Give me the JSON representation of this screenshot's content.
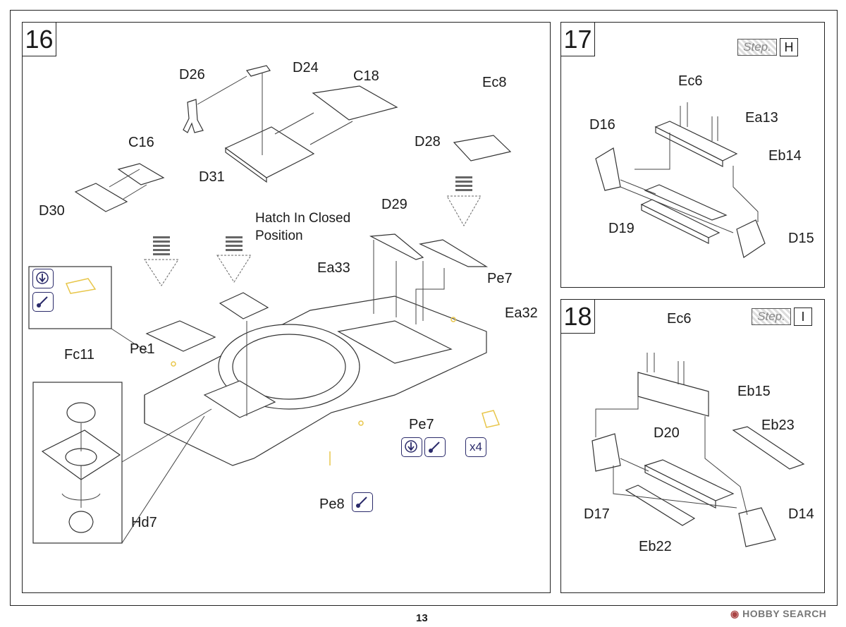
{
  "page_number": "13",
  "watermark": "HOBBY SEARCH",
  "steps": [
    {
      "number": "16",
      "labels": {
        "D26": "D26",
        "D24": "D24",
        "C18": "C18",
        "Ec8": "Ec8",
        "C16": "C16",
        "D28": "D28",
        "D31": "D31",
        "D30": "D30",
        "D29": "D29",
        "Ea33": "Ea33",
        "Pe7a": "Pe7",
        "Ea32": "Ea32",
        "Pe1": "Pe1",
        "Fc11": "Fc11",
        "Pe7b": "Pe7",
        "Pe8": "Pe8",
        "Hd7": "Hd7"
      },
      "note_line1": "Hatch In Closed",
      "note_line2": "Position",
      "multiplier": "x4"
    },
    {
      "number": "17",
      "step_tag": "Step.",
      "step_letter": "H",
      "labels": {
        "Ec6": "Ec6",
        "Ea13": "Ea13",
        "D16": "D16",
        "Eb14": "Eb14",
        "D19": "D19",
        "D15": "D15"
      }
    },
    {
      "number": "18",
      "step_tag": "Step.",
      "step_letter": "I",
      "labels": {
        "Ec6": "Ec6",
        "Eb15": "Eb15",
        "D20": "D20",
        "Eb23": "Eb23",
        "D17": "D17",
        "D14": "D14",
        "Eb22": "Eb22"
      }
    }
  ],
  "icons": [
    "bend-down-icon",
    "glue-icon",
    "camera-icon"
  ],
  "colors": {
    "line": "#222222",
    "icon_blue": "#2a2a6a",
    "photoetch": "#e8c64a"
  }
}
